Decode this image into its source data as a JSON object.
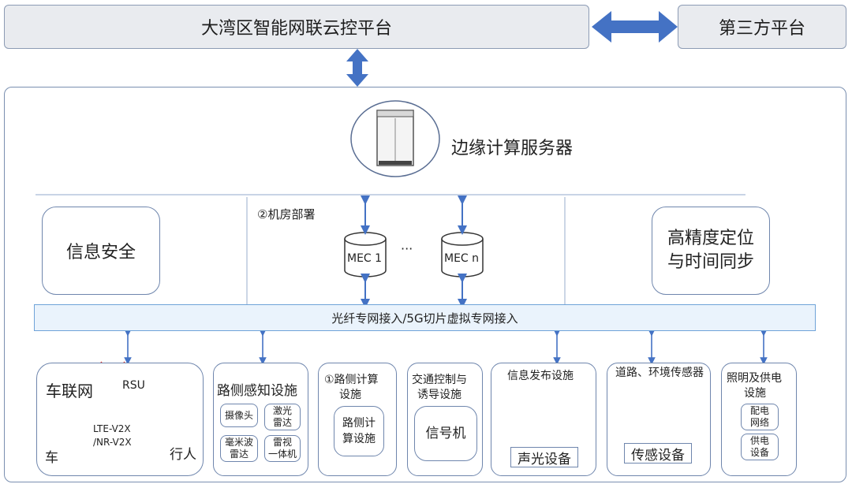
{
  "top": {
    "cloud_platform": "大湾区智能网联云控平台",
    "third_party": "第三方平台"
  },
  "edge": {
    "server_label": "边缘计算服务器",
    "info_security": "信息安全",
    "room_deploy": "②机房部署",
    "mec1": "MEC 1",
    "dots": "···",
    "mecn": "MEC n",
    "positioning_line1": "高精度定位",
    "positioning_line2": "与时间同步",
    "access_bar": "光纤专网接入/5G切片虚拟专网接入"
  },
  "bottom": {
    "v2x": {
      "title": "车联网",
      "rsu": "RSU",
      "lte": "LTE-V2X",
      "nr": "/NR-V2X",
      "car": "车",
      "pedestrian": "行人"
    },
    "roadside_sense": {
      "title": "路侧感知设施",
      "camera": "摄像头",
      "lidar_1": "激光",
      "lidar_2": "雷达",
      "mmwave_1": "毫米波",
      "mmwave_2": "雷达",
      "radar_video_1": "雷视",
      "radar_video_2": "一体机"
    },
    "roadside_compute": {
      "title_1": "①路侧计算",
      "title_2": "设施",
      "inner_1": "路侧计",
      "inner_2": "算设施"
    },
    "traffic": {
      "title_1": "交通控制与",
      "title_2": "诱导设施",
      "inner": "信号机"
    },
    "info_release": {
      "title": "信息发布设施",
      "inner": "声光设备"
    },
    "env_sensor": {
      "title": "道路、环境传感器",
      "inner": "传感设备"
    },
    "lighting": {
      "title_1": "照明及供电",
      "title_2": "设施",
      "dist_1": "配电",
      "dist_2": "网络",
      "supply_1": "供电",
      "supply_2": "设备"
    }
  },
  "colors": {
    "arrow_blue": "#4472c4",
    "border": "#6f86ad",
    "bar_fill": "#eaf3fc"
  },
  "icons": [
    "server-icon",
    "database-icon",
    "antenna-icon",
    "car-icon",
    "pedestrian-icon",
    "chip-icon"
  ]
}
